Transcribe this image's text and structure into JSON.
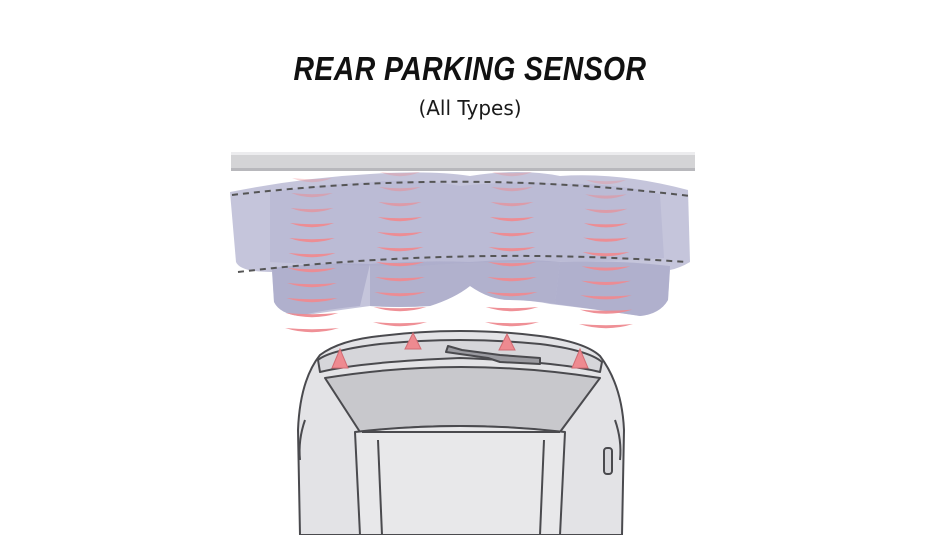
{
  "header": {
    "title": "REAR PARKING SENSOR",
    "subtitle": "(All Types)"
  },
  "colors": {
    "background": "#ffffff",
    "wall": "#d4d4d6",
    "detection_zone": "#bcbcd4",
    "detection_zone_dark": "#a6a6c6",
    "wave": "#ee8a90",
    "sensor": "#ee8a90",
    "vehicle_body": "#e3e3e6",
    "vehicle_outline": "#4a4a4e"
  },
  "icons": {
    "sensor_marker": "triangle-sensor-icon",
    "wave": "ultrasonic-wave-icon"
  },
  "sensors": [
    {
      "id": "corner-left"
    },
    {
      "id": "center-left"
    },
    {
      "id": "center-right"
    },
    {
      "id": "corner-right"
    }
  ]
}
